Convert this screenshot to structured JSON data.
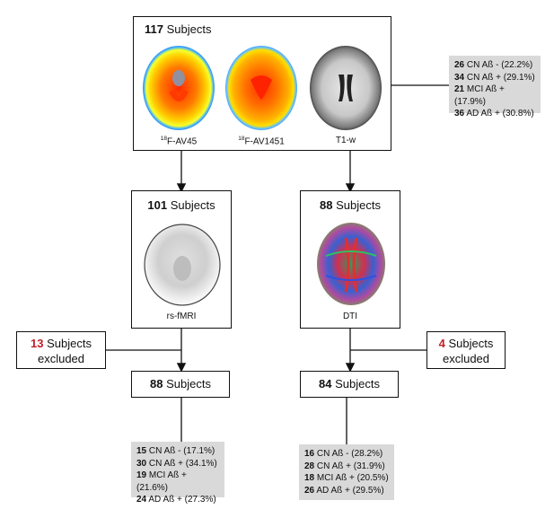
{
  "top": {
    "count": "117",
    "label": " Subjects",
    "modalities": [
      {
        "sup": "18",
        "name": "F-AV45"
      },
      {
        "sup": "18",
        "name": "F-AV1451"
      },
      {
        "sup": "",
        "name": "T1-w"
      }
    ],
    "groups": [
      {
        "n": "26",
        "text": " CN Aß - (22.2%)"
      },
      {
        "n": "34",
        "text": " CN Aß + (29.1%)"
      },
      {
        "n": "21",
        "text": " MCI Aß + (17.9%)"
      },
      {
        "n": "36",
        "text": " AD Aß + (30.8%)"
      }
    ]
  },
  "left": {
    "count": "101",
    "label": " Subjects",
    "modality": "rs-fMRI",
    "excluded_count": "13",
    "excluded_label_1": " Subjects",
    "excluded_label_2": "excluded",
    "final_count": "88",
    "final_label": " Subjects",
    "groups": [
      {
        "n": "15",
        "text": " CN Aß - (17.1%)"
      },
      {
        "n": "30",
        "text": " CN Aß + (34.1%)"
      },
      {
        "n": "19",
        "text": " MCI Aß + (21.6%)"
      },
      {
        "n": "24",
        "text": " AD Aß + (27.3%)"
      }
    ]
  },
  "right": {
    "count": "88",
    "label": " Subjects",
    "modality": "DTI",
    "excluded_count": "4",
    "excluded_label_1": " Subjects",
    "excluded_label_2": "excluded",
    "final_count": "84",
    "final_label": " Subjects",
    "groups": [
      {
        "n": "16",
        "text": " CN Aß - (28.2%)"
      },
      {
        "n": "28",
        "text": " CN Aß + (31.9%)"
      },
      {
        "n": "18",
        "text": " MCI Aß + (20.5%)"
      },
      {
        "n": "26",
        "text": " AD Aß + (29.5%)"
      }
    ]
  },
  "colors": {
    "accent": "#c0202a",
    "panel": "#d9d9d9",
    "line": "#111111"
  }
}
